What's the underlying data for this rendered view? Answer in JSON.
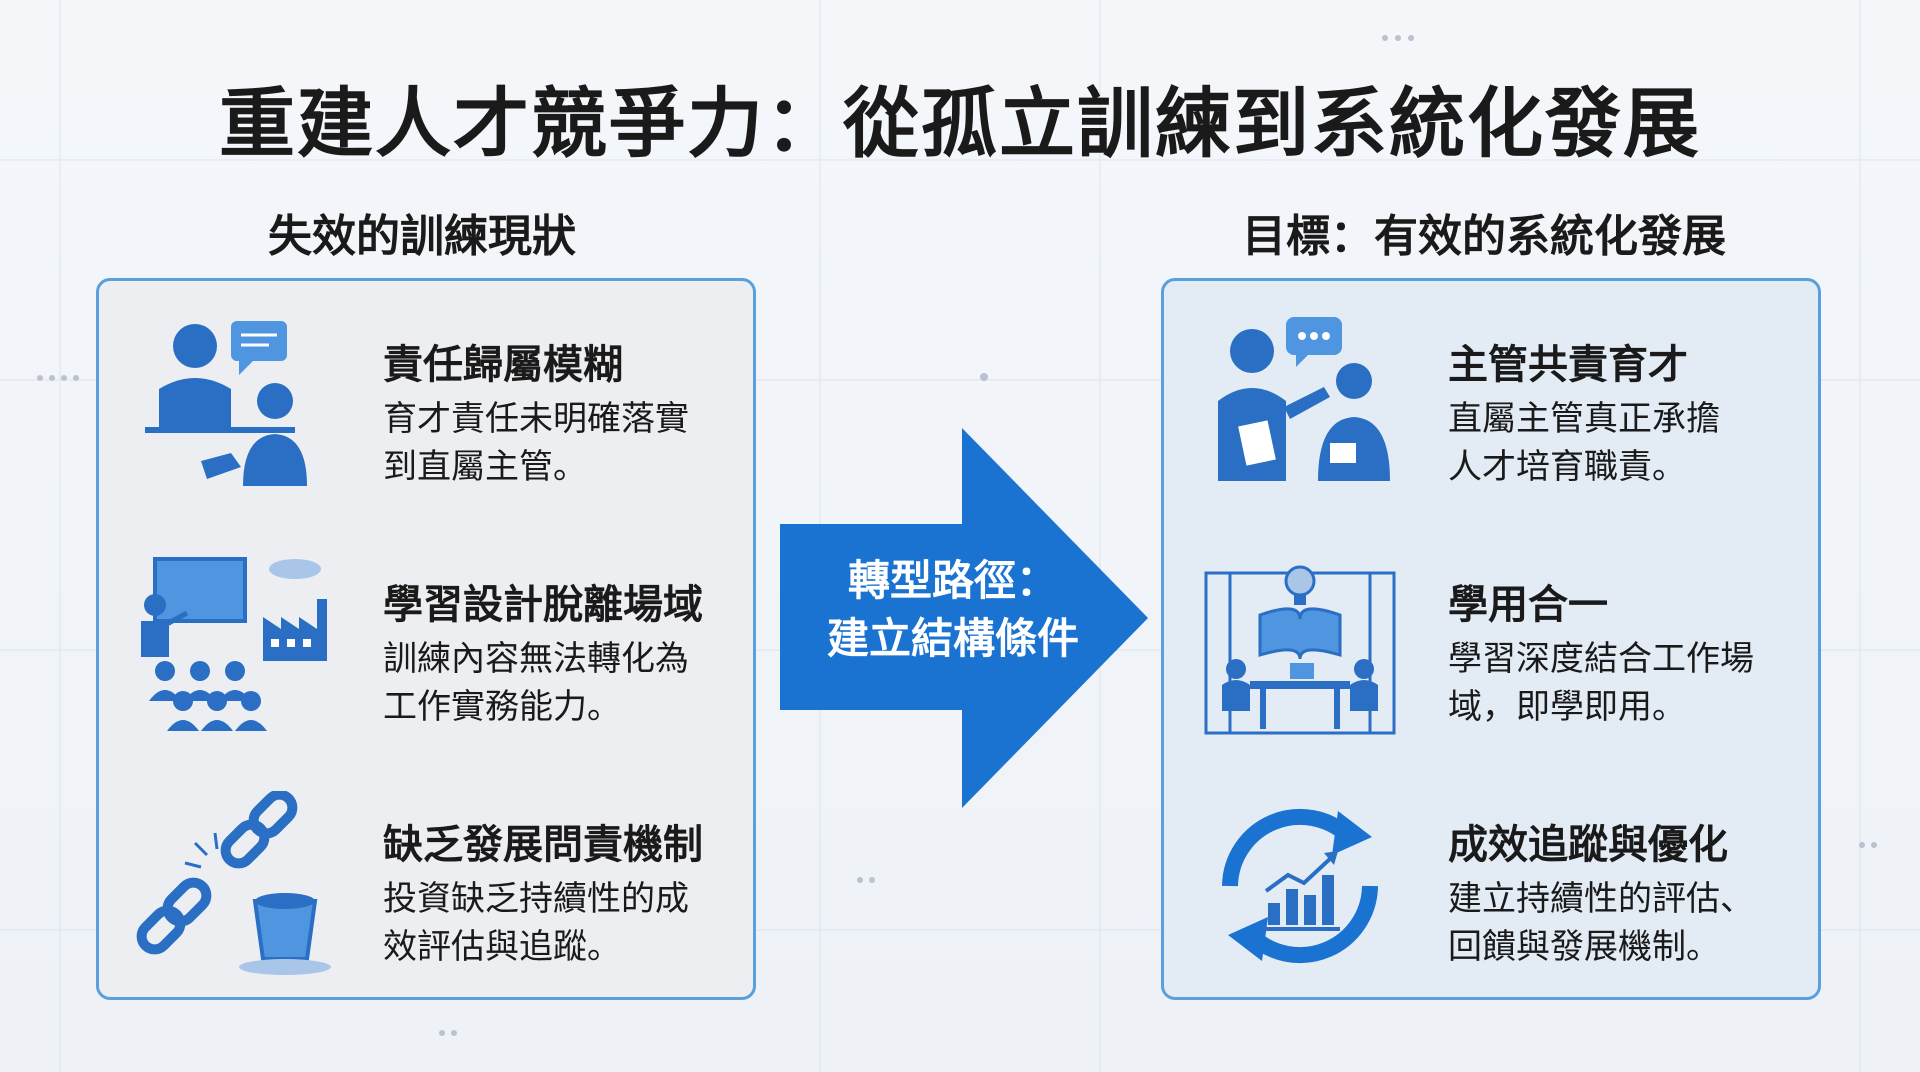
{
  "title": "重建人才競爭力：從孤立訓練到系統化發展",
  "colors": {
    "accent_blue": "#1a73d1",
    "panel_border": "#5aa0dc",
    "icon_blue": "#2a6fc4",
    "icon_light": "#4f95e0"
  },
  "left": {
    "heading": "失效的訓練現狀",
    "items": [
      {
        "icon": "meeting-speech-icon",
        "title": "責任歸屬模糊",
        "desc_line1": "育才責任未明確落實",
        "desc_line2": "到直屬主管。"
      },
      {
        "icon": "classroom-factory-icon",
        "title": "學習設計脫離場域",
        "desc_line1": "訓練內容無法轉化為",
        "desc_line2": "工作實務能力。"
      },
      {
        "icon": "broken-chain-bucket-icon",
        "title": "缺乏發展問責機制",
        "desc_line1": "投資缺乏持續性的成",
        "desc_line2": "效評估與追蹤。"
      }
    ]
  },
  "arrow": {
    "line1": "轉型路徑：",
    "line2": "建立結構條件"
  },
  "right": {
    "heading": "目標：有效的系統化發展",
    "items": [
      {
        "icon": "coaching-manager-icon",
        "title": "主管共責育才",
        "desc_line1": "直屬主管真正承擔",
        "desc_line2": "人才培育職責。"
      },
      {
        "icon": "book-lightbulb-office-icon",
        "title": "學用合一",
        "desc_line1": "學習深度結合工作場",
        "desc_line2": "域，即學即用。"
      },
      {
        "icon": "cycle-growth-chart-icon",
        "title": "成效追蹤與優化",
        "desc_line1": "建立持續性的評估、",
        "desc_line2": "回饋與發展機制。"
      }
    ]
  }
}
